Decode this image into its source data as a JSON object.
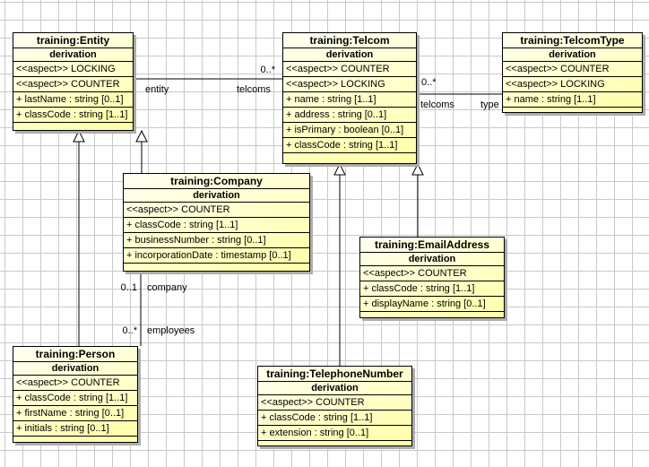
{
  "diagram": {
    "classes": [
      {
        "key": "entity",
        "name": "training:Entity",
        "subtitle": "derivation",
        "aspects": [
          "<<aspect>> LOCKING",
          "<<aspect>> COUNTER"
        ],
        "attributes": [
          "+ lastName : string [0..1]",
          "+ classCode : string [1..1]"
        ]
      },
      {
        "key": "telcom",
        "name": "training:Telcom",
        "subtitle": "derivation",
        "aspects": [
          "<<aspect>> COUNTER",
          "<<aspect>> LOCKING"
        ],
        "attributes": [
          "+ name : string [1..1]",
          "+ address : string [0..1]",
          "+ isPrimary : boolean [0..1]",
          "+ classCode : string [1..1]"
        ]
      },
      {
        "key": "telcomtype",
        "name": "training:TelcomType",
        "subtitle": "derivation",
        "aspects": [
          "<<aspect>> COUNTER",
          "<<aspect>> LOCKING"
        ],
        "attributes": [
          "+ name : string [1..1]"
        ]
      },
      {
        "key": "company",
        "name": "training:Company",
        "subtitle": "derivation",
        "aspects": [
          "<<aspect>> COUNTER"
        ],
        "attributes": [
          "+ classCode : string [1..1]",
          "+ businessNumber : string [0..1]",
          "+ incorporationDate : timestamp [0..1]"
        ]
      },
      {
        "key": "emailaddress",
        "name": "training:EmailAddress",
        "subtitle": "derivation",
        "aspects": [
          "<<aspect>> COUNTER"
        ],
        "attributes": [
          "+ classCode : string [1..1]",
          "+ displayName : string [0..1]"
        ]
      },
      {
        "key": "person",
        "name": "training:Person",
        "subtitle": "derivation",
        "aspects": [
          "<<aspect>> COUNTER"
        ],
        "attributes": [
          "+ classCode : string [1..1]",
          "+ firstName : string [0..1]",
          "+ initials : string [0..1]"
        ]
      },
      {
        "key": "telephonenumber",
        "name": "training:TelephoneNumber",
        "subtitle": "derivation",
        "aspects": [
          "<<aspect>> COUNTER"
        ],
        "attributes": [
          "+ classCode : string [1..1]",
          "+ extension : string [0..1]"
        ]
      }
    ],
    "edges": {
      "entity_telcoms": {
        "target_multiplicity": "0..*",
        "source_role": "entity",
        "target_role": "telcoms"
      },
      "telcom_type": {
        "source_multiplicity": "0..*",
        "source_role": "telcoms",
        "target_role": "type"
      },
      "company_employees": {
        "company_multiplicity": "0..1",
        "company_role": "company",
        "employees_multiplicity": "0..*",
        "employees_role": "employees"
      }
    },
    "colors": {
      "class_fill_top": "#FFFFF2",
      "class_fill_bottom": "#FFFFA6",
      "class_border": "#000000",
      "shadow": "#ADADAD",
      "grid_line": "#C9C9C9",
      "canvas_bg": "#FFFFFF"
    }
  }
}
